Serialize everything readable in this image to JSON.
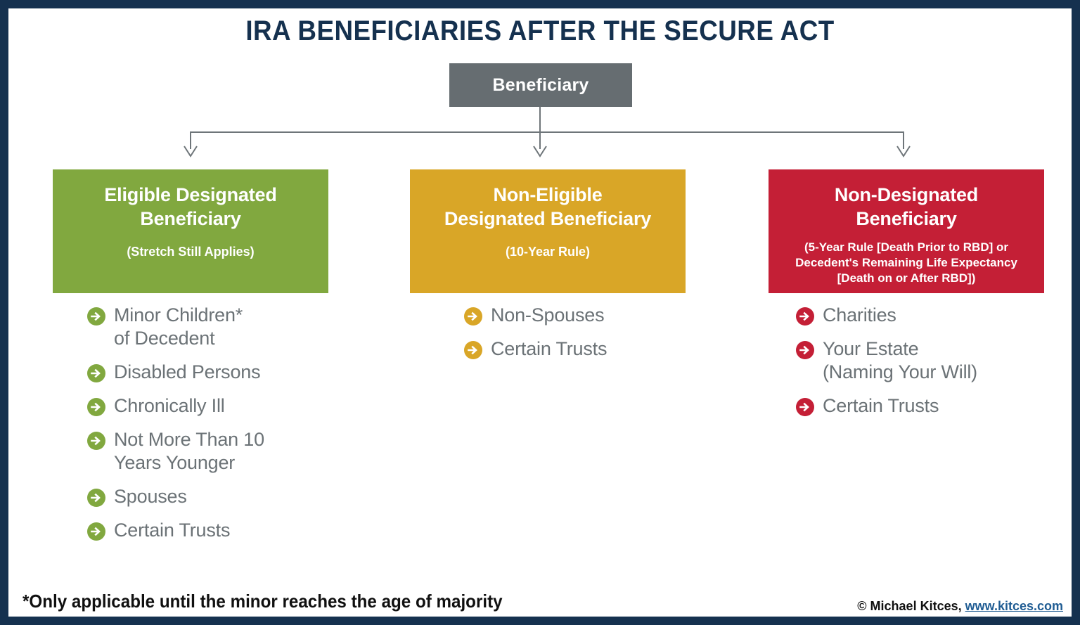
{
  "title": "IRA BENEFICIARIES AFTER THE SECURE ACT",
  "root": {
    "label": "Beneficiary",
    "color": "#666d71"
  },
  "columns": [
    {
      "id": "eligible-designated-beneficiary",
      "title": "Eligible Designated\nBeneficiary",
      "subtitle": "(Stretch Still Applies)",
      "color": "#81a83f",
      "items": [
        "Minor Children*\nof Decedent",
        "Disabled Persons",
        "Chronically Ill",
        "Not More Than 10\nYears Younger",
        "Spouses",
        "Certain Trusts"
      ]
    },
    {
      "id": "non-eligible-designated-beneficiary",
      "title": "Non-Eligible\nDesignated Beneficiary",
      "subtitle": "(10-Year Rule)",
      "color": "#d9a627",
      "items": [
        "Non-Spouses",
        "Certain Trusts"
      ]
    },
    {
      "id": "non-designated-beneficiary",
      "title": "Non-Designated\nBeneficiary",
      "subtitle": "(5-Year Rule [Death Prior to RBD] or Decedent's Remaining Life Expectancy [Death on or After RBD])",
      "color": "#c41f36",
      "items": [
        "Charities",
        "Your Estate\n(Naming Your Will)",
        "Certain Trusts"
      ]
    }
  ],
  "footnote": "*Only applicable until the minor reaches the age of majority",
  "credit": {
    "text": "© Michael Kitces, ",
    "link": "www.kitces.com",
    "link_color": "#1f5c93"
  },
  "frame_color": "#15314f",
  "bullet_text_color": "#6b7276"
}
